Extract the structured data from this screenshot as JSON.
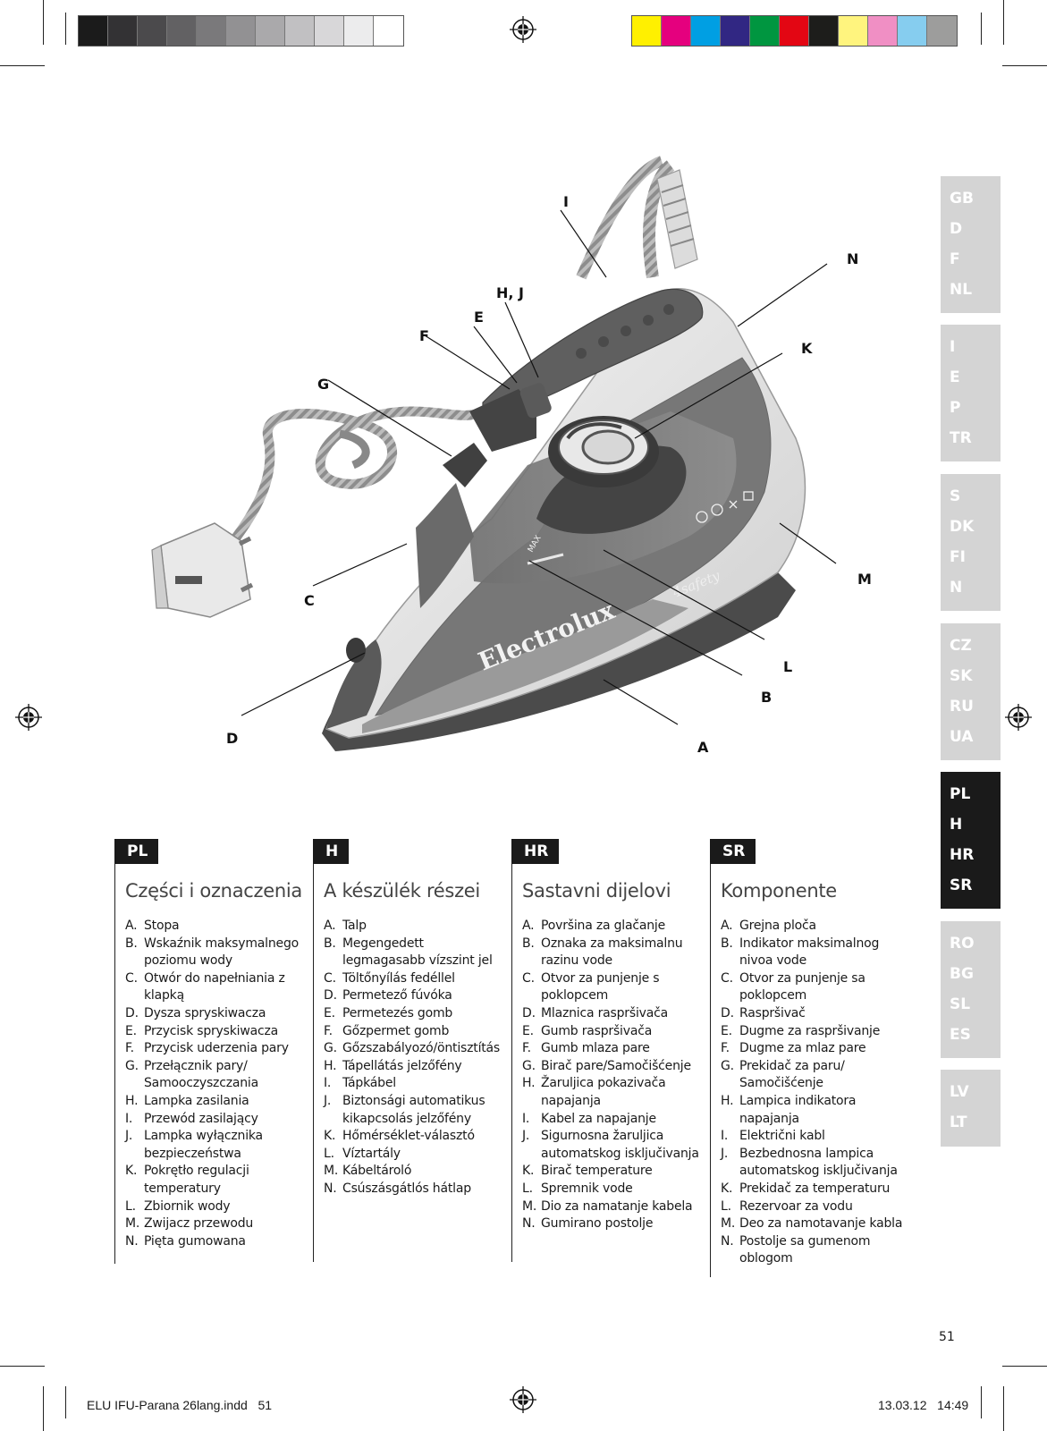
{
  "color_bars": {
    "grayscale": [
      "#1b1b1b",
      "#333234",
      "#4b4a4c",
      "#626163",
      "#7a797b",
      "#929193",
      "#aaa9ab",
      "#c1c0c2",
      "#d8d7d9",
      "#ececed",
      "#ffffff"
    ],
    "process": [
      "#fff000",
      "#e5007e",
      "#009fe3",
      "#312783",
      "#009640",
      "#e30613",
      "#1d1d1b",
      "#fff47e",
      "#f08fc4",
      "#86cdef",
      "#9d9d9c"
    ]
  },
  "language_tabs": [
    [
      "GB",
      "D",
      "F",
      "NL"
    ],
    [
      "I",
      "E",
      "P",
      "TR"
    ],
    [
      "S",
      "DK",
      "FI",
      "N"
    ],
    [
      "CZ",
      "SK",
      "RU",
      "UA"
    ],
    [
      "PL",
      "H",
      "HR",
      "SR"
    ],
    [
      "RO",
      "BG",
      "SL",
      "ES"
    ],
    [
      "LV",
      "LT"
    ]
  ],
  "active_tab_group": 4,
  "illustration": {
    "brand": "Electrolux",
    "model_mark": "4safety",
    "water_mark": "MAX",
    "callouts": [
      "I",
      "N",
      "H, J",
      "E",
      "F",
      "K",
      "G",
      "M",
      "C",
      "L",
      "B",
      "D",
      "A"
    ]
  },
  "columns": [
    {
      "badge": "PL",
      "title": "Części i oznaczenia",
      "items": [
        [
          "A.",
          "Stopa"
        ],
        [
          "B.",
          "Wskaźnik maksymalnego poziomu wody"
        ],
        [
          "C.",
          "Otwór do napełniania z klapką"
        ],
        [
          "D.",
          "Dysza spryskiwacza"
        ],
        [
          "E.",
          "Przycisk spryskiwacza"
        ],
        [
          "F.",
          "Przycisk uderzenia pary"
        ],
        [
          "G.",
          "Przełącznik pary/ Samooczyszczania"
        ],
        [
          "H.",
          "Lampka zasilania"
        ],
        [
          "I.",
          "Przewód zasilający"
        ],
        [
          "J.",
          "Lampka wyłącznika bezpieczeństwa"
        ],
        [
          "K.",
          "Pokrętło regulacji temperatury"
        ],
        [
          "L.",
          "Zbiornik wody"
        ],
        [
          "M.",
          "Zwijacz przewodu"
        ],
        [
          "N.",
          "Pięta gumowana"
        ]
      ]
    },
    {
      "badge": "H",
      "title": "A készülék részei",
      "items": [
        [
          "A.",
          "Talp"
        ],
        [
          "B.",
          "Megengedett legmagasabb vízszint jel"
        ],
        [
          "C.",
          "Töltőnyílás fedéllel"
        ],
        [
          "D.",
          "Permetező fúvóka"
        ],
        [
          "E.",
          "Permetezés gomb"
        ],
        [
          "F.",
          "Gőzpermet gomb"
        ],
        [
          "G.",
          "Gőzszabályozó/öntisztítás"
        ],
        [
          "H.",
          "Tápellátás jelzőfény"
        ],
        [
          "I.",
          "Tápkábel"
        ],
        [
          "J.",
          "Biztonsági automatikus kikapcsolás jelzőfény"
        ],
        [
          "K.",
          "Hőmérséklet-választó"
        ],
        [
          "L.",
          "Víztartály"
        ],
        [
          "M.",
          "Kábeltároló"
        ],
        [
          "N.",
          "Csúszásgátlós hátlap"
        ]
      ]
    },
    {
      "badge": "HR",
      "title": "Sastavni dijelovi",
      "items": [
        [
          "A.",
          "Površina za glačanje"
        ],
        [
          "B.",
          "Oznaka za maksimalnu razinu vode"
        ],
        [
          "C.",
          "Otvor za punjenje s poklopcem"
        ],
        [
          "D.",
          "Mlaznica raspršivača"
        ],
        [
          "E.",
          "Gumb raspršivača"
        ],
        [
          "F.",
          "Gumb mlaza pare"
        ],
        [
          "G.",
          "Birač pare/Samočišćenje"
        ],
        [
          "H.",
          "Žaruljica pokazivača napajanja"
        ],
        [
          "I.",
          "Kabel za napajanje"
        ],
        [
          "J.",
          "Sigurnosna žaruljica automatskog isključivanja"
        ],
        [
          "K.",
          "Birač temperature"
        ],
        [
          "L.",
          "Spremnik vode"
        ],
        [
          "M.",
          "Dio za namatanje kabela"
        ],
        [
          "N.",
          "Gumirano postolje"
        ]
      ]
    },
    {
      "badge": "SR",
      "title": "Komponente",
      "items": [
        [
          "A.",
          "Grejna ploča"
        ],
        [
          "B.",
          "Indikator maksimalnog nivoa vode"
        ],
        [
          "C.",
          "Otvor za punjenje sa poklopcem"
        ],
        [
          "D.",
          "Raspršivač"
        ],
        [
          "E.",
          "Dugme za raspršivanje"
        ],
        [
          "F.",
          "Dugme za mlaz pare"
        ],
        [
          "G.",
          "Prekidač za paru/ Samočišćenje"
        ],
        [
          "H.",
          "Lampica indikatora napajanja"
        ],
        [
          "I.",
          "Električni kabl"
        ],
        [
          "J.",
          "Bezbednosna lampica automatskog isključivanja"
        ],
        [
          "K.",
          "Prekidač za temperaturu"
        ],
        [
          "L.",
          "Rezervoar za vodu"
        ],
        [
          "M.",
          "Deo za namotavanje kabla"
        ],
        [
          "N.",
          "Postolje sa gumenom oblogom"
        ]
      ]
    }
  ],
  "page_number": "51",
  "footer": {
    "left": "ELU IFU-Parana 26lang.indd   51",
    "right": "13.03.12   14:49"
  }
}
